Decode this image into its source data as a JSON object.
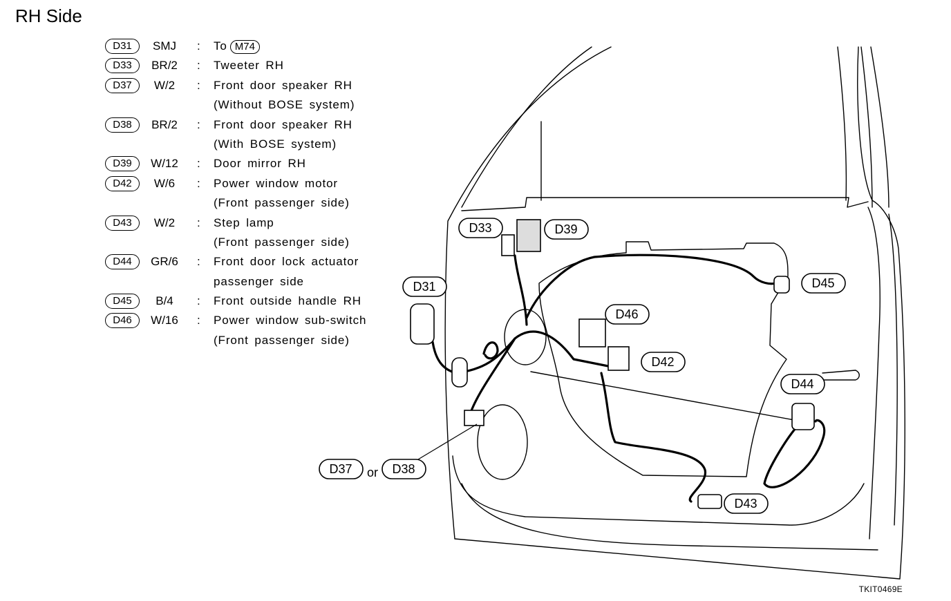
{
  "title": "RH Side",
  "legend": [
    {
      "code": "D31",
      "wire": "SMJ",
      "desc": "To",
      "ref": "M74"
    },
    {
      "code": "D33",
      "wire": "BR/2",
      "desc": "Tweeter RH"
    },
    {
      "code": "D37",
      "wire": "W/2",
      "desc": "Front door speaker RH",
      "desc2": "(Without BOSE system)"
    },
    {
      "code": "D38",
      "wire": "BR/2",
      "desc": "Front door speaker RH",
      "desc2": "(With BOSE system)"
    },
    {
      "code": "D39",
      "wire": "W/12",
      "desc": "Door mirror RH"
    },
    {
      "code": "D42",
      "wire": "W/6",
      "desc": "Power window motor",
      "desc2": "(Front passenger side)"
    },
    {
      "code": "D43",
      "wire": "W/2",
      "desc": "Step lamp",
      "desc2": "(Front passenger side)"
    },
    {
      "code": "D44",
      "wire": "GR/6",
      "desc": "Front door lock actuator",
      "desc2": "passenger side"
    },
    {
      "code": "D45",
      "wire": "B/4",
      "desc": "Front outside handle RH"
    },
    {
      "code": "D46",
      "wire": "W/16",
      "desc": "Power window sub-switch",
      "desc2": "(Front passenger side)"
    }
  ],
  "separator": ":",
  "callouts": {
    "d31": "D31",
    "d33": "D33",
    "d39": "D39",
    "d45": "D45",
    "d46": "D46",
    "d42": "D42",
    "d44": "D44",
    "d37": "D37",
    "or": "or",
    "d38": "D38",
    "d43": "D43"
  },
  "figure_ref": "TKIT0469E"
}
